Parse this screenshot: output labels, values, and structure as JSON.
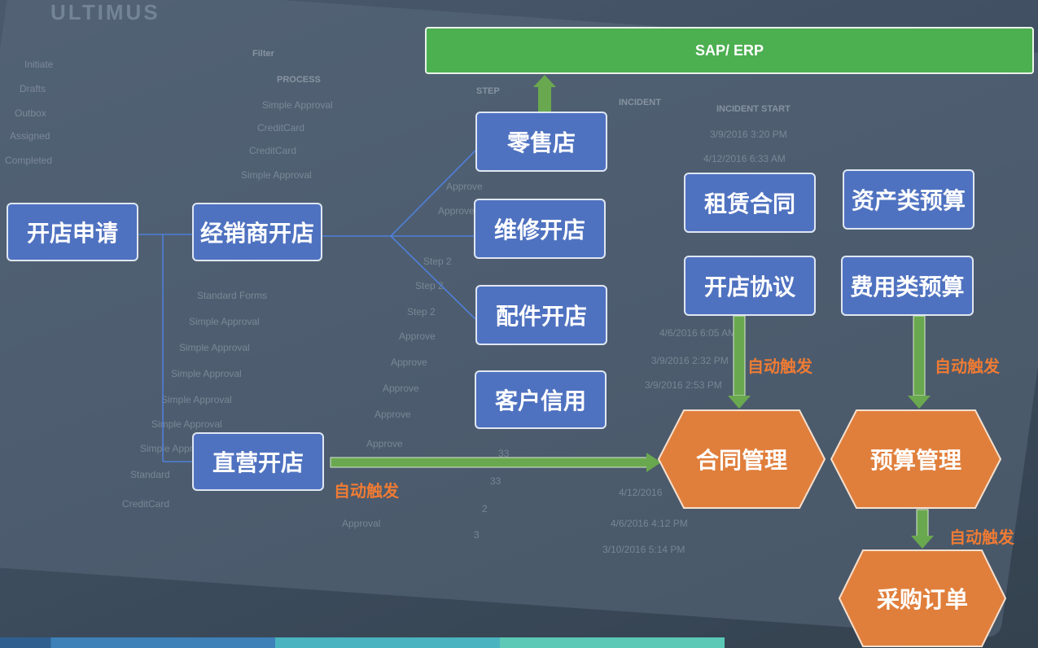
{
  "background": {
    "brand": "ULTIMUS",
    "sidebar": [
      "Initiate",
      "Drafts",
      "Outbox",
      "Assigned",
      "Completed"
    ],
    "headers": [
      "Filter",
      "PROCESS",
      "STEP",
      "INCIDENT",
      "INCIDENT START"
    ],
    "process_rows": [
      "Simple Approval",
      "CreditCard",
      "CreditCard",
      "Simple Approval",
      "Standard Forms",
      "Simple Approval",
      "Simple Approval",
      "Simple Approval",
      "Simple Approval",
      "Simple Approval",
      "Simple Approval",
      "Standard",
      "CreditCard"
    ],
    "step_rows": [
      "Approve",
      "Approve",
      "Step 2",
      "Step 2",
      "Step 2",
      "Approve",
      "Approve",
      "Approve",
      "Approve",
      "Approve",
      "Approval"
    ],
    "incident_nums": [
      "33",
      "33",
      "2",
      "3"
    ],
    "dates": [
      "3/9/2016 3:20 PM",
      "4/12/2016 6:33 AM",
      "4/6/2016 6:05 AM",
      "3/9/2016 2:32 PM",
      "3/9/2016 2:53 PM",
      "4/12/2016",
      "4/6/2016 4:12 PM",
      "3/10/2016 5:14 PM"
    ]
  },
  "nodes": {
    "erp": "SAP/ ERP",
    "open_apply": "开店申请",
    "dealer_open": "经销商开店",
    "direct_open": "直营开店",
    "retail": "零售店",
    "repair": "维修开店",
    "parts": "配件开店",
    "credit": "客户信用",
    "lease": "租赁合同",
    "agreement": "开店协议",
    "asset_budget": "资产类预算",
    "expense_budget": "费用类预算",
    "contract_mgmt": "合同管理",
    "budget_mgmt": "预算管理",
    "purchase_order": "采购订单"
  },
  "triggers": {
    "bottom": "自动触发",
    "contract": "自动触发",
    "budget": "自动触发",
    "order": "自动触发"
  },
  "colors": {
    "box": "#4f72c0",
    "erp": "#4caf50",
    "hex": "#e07f3c",
    "arrow": "#6aa84f",
    "trigger_text": "#ef7b34",
    "connector": "#4f7fd9"
  }
}
